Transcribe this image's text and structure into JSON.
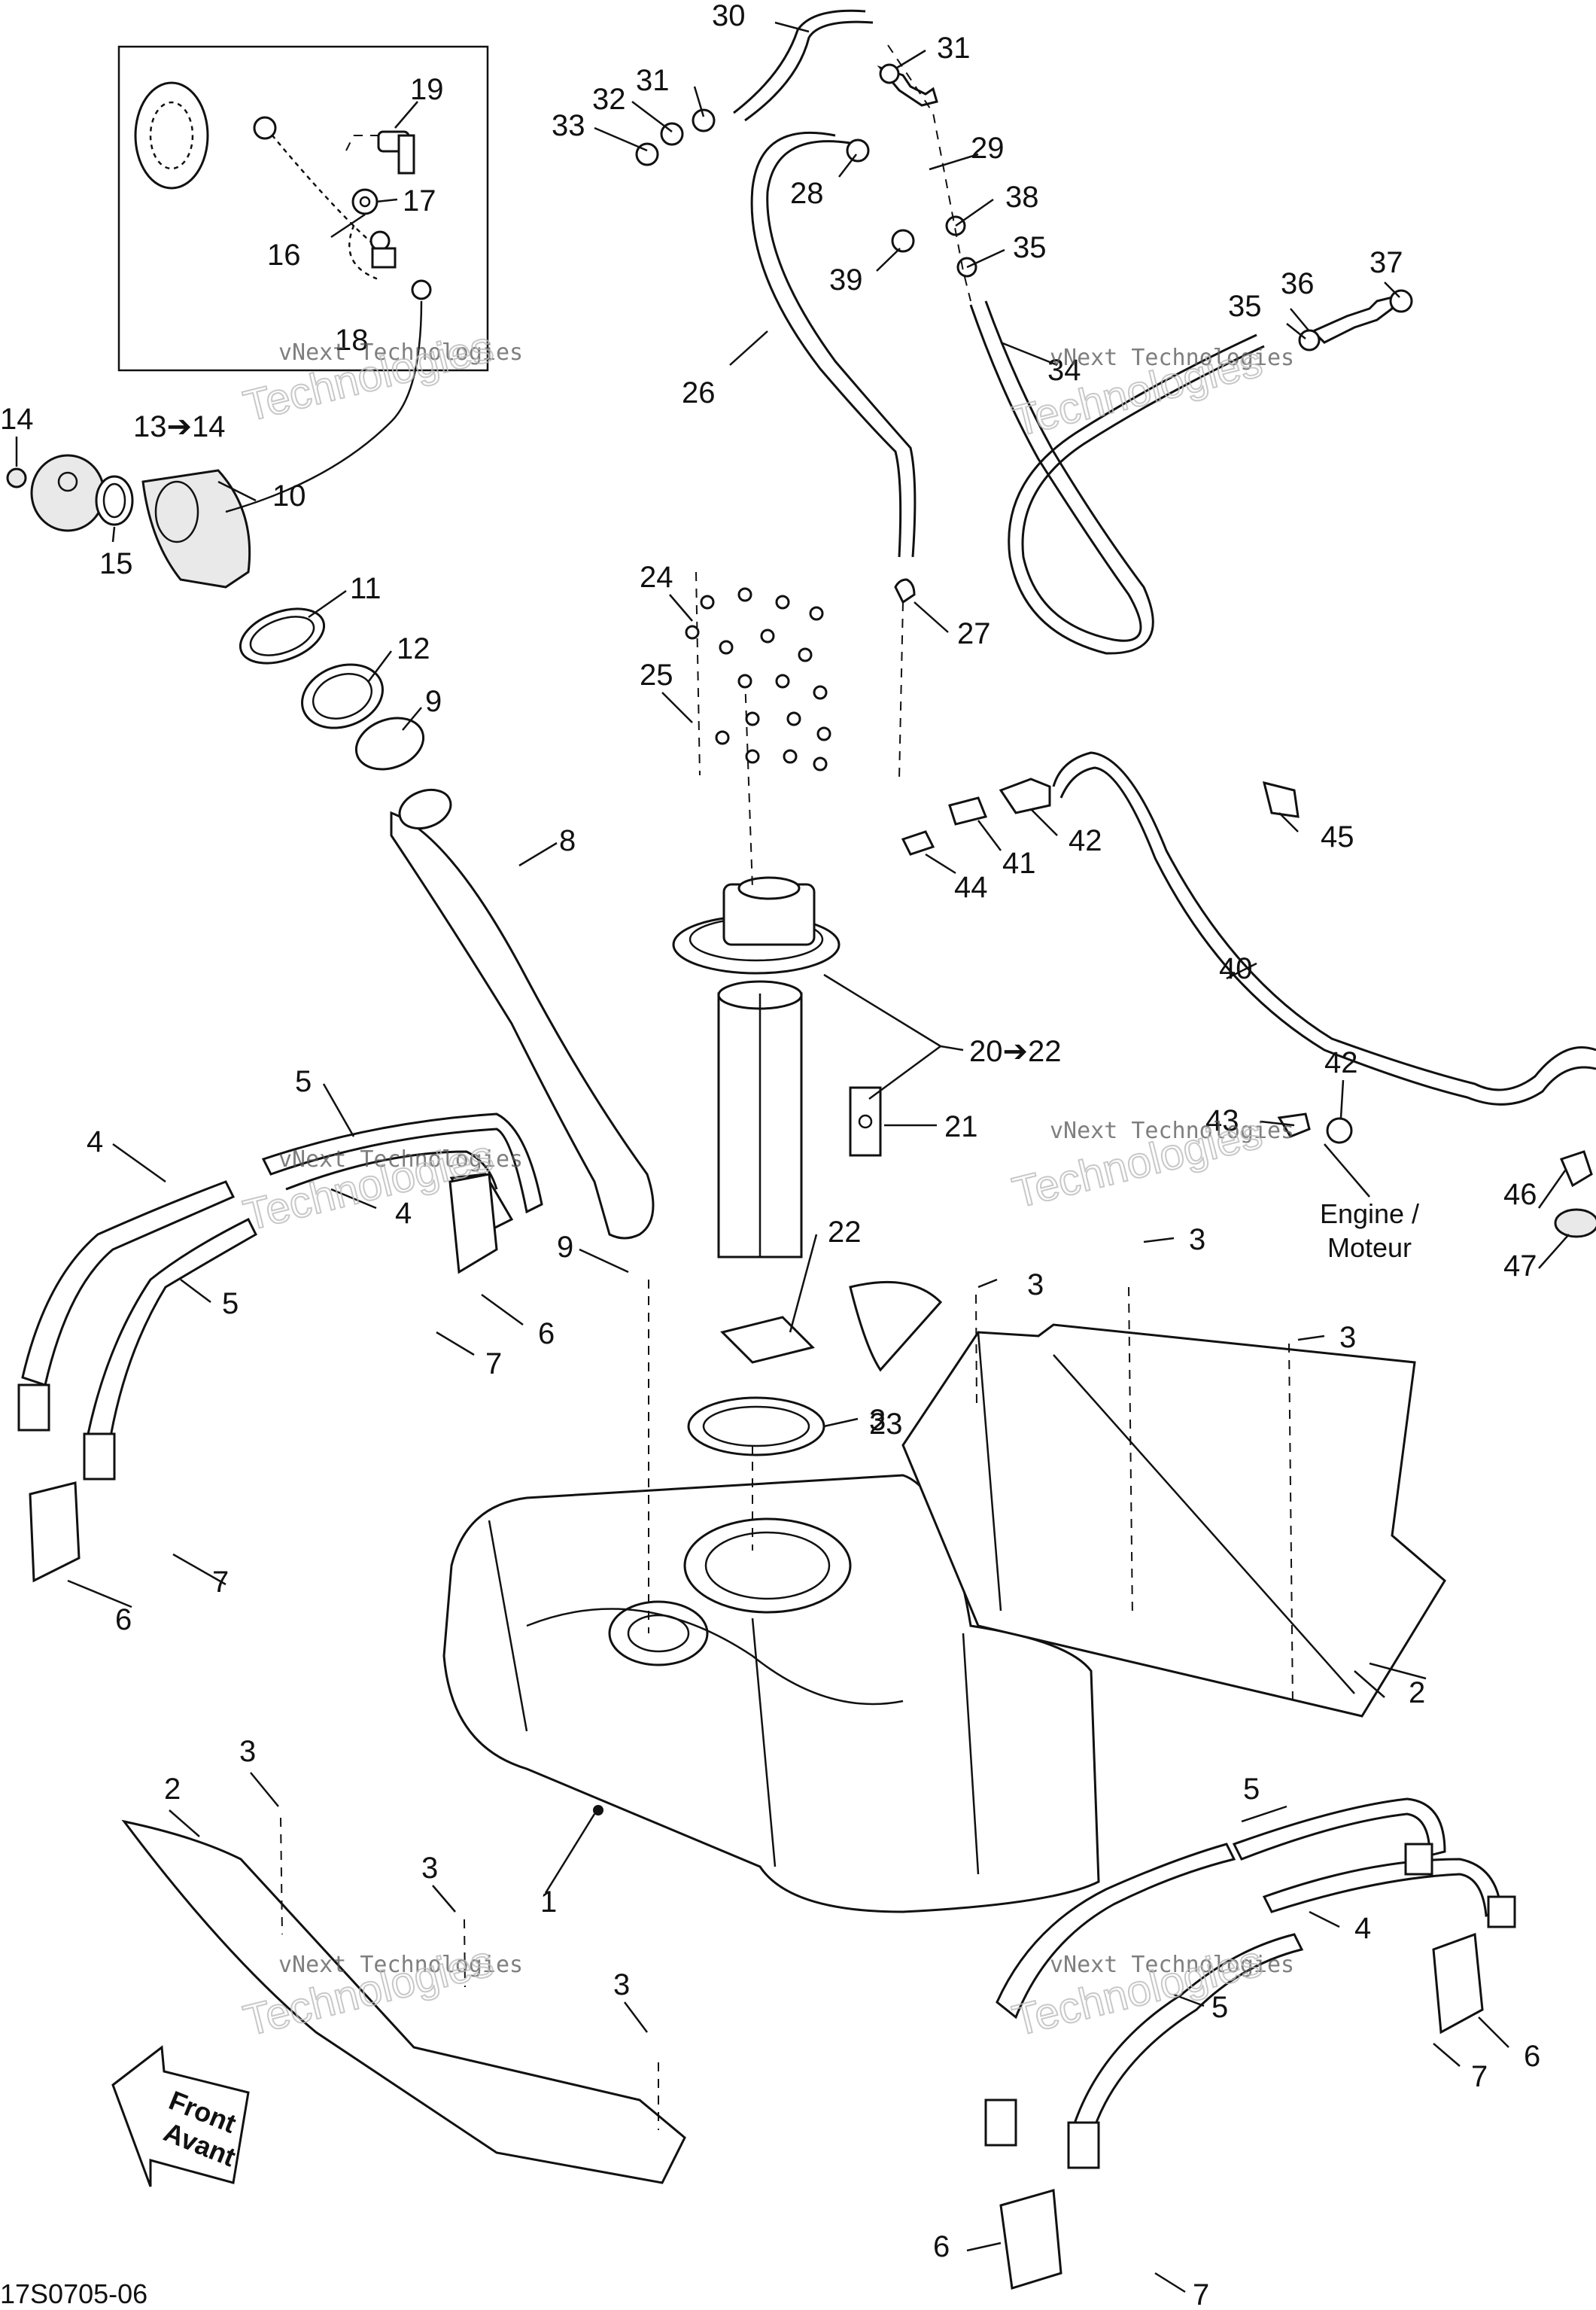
{
  "diagram": {
    "labels": [
      "30",
      "31",
      "31",
      "32",
      "33",
      "28",
      "29",
      "38",
      "35",
      "39",
      "19",
      "17",
      "16",
      "18",
      "26",
      "34",
      "36",
      "37",
      "35",
      "14",
      "13➔14",
      "10",
      "15",
      "11",
      "12",
      "9",
      "24",
      "27",
      "25",
      "8",
      "45",
      "44",
      "41",
      "42",
      "40",
      "20➔22",
      "21",
      "42",
      "43",
      "5",
      "4",
      "4",
      "5",
      "9",
      "6",
      "7",
      "22",
      "3",
      "3",
      "3",
      "3",
      "23",
      "7",
      "6",
      "2",
      "3",
      "2",
      "1",
      "3",
      "3",
      "5",
      "4",
      "5",
      "6",
      "7",
      "6",
      "7",
      "46",
      "47"
    ],
    "engine_label": [
      "Engine /",
      "Moteur"
    ],
    "front_label": [
      "Front",
      "Avant"
    ],
    "figure_code": "17S0705-06",
    "watermark_line1": "vNext Technologies",
    "watermark_line2": "Technologies"
  }
}
